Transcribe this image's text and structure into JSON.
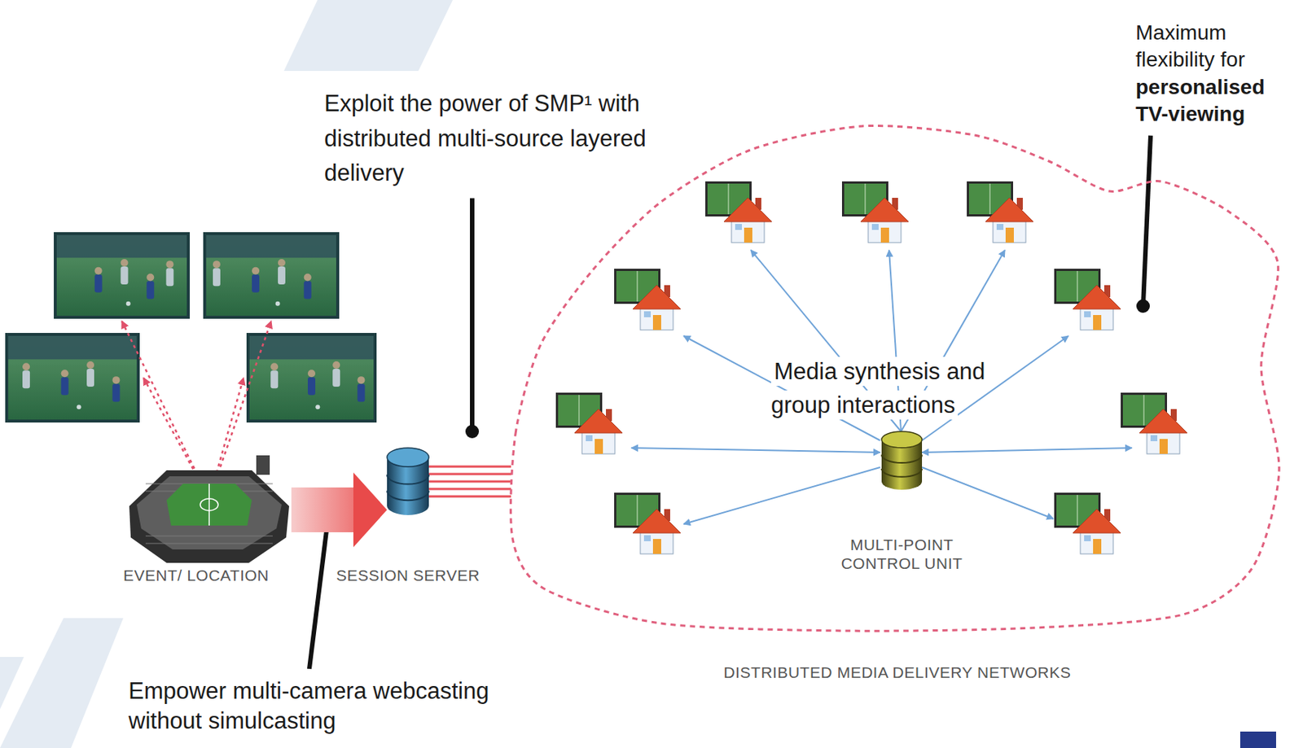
{
  "diagram": {
    "nodes": [
      {
        "text": [
          "EVENT/ LOCATION"
        ]
      },
      {
        "text": [
          "SESSION SERVER"
        ]
      },
      {
        "text": [
          "DISTRIBUTED MEDIA DELIVERY NETWORKS"
        ]
      },
      {
        "text": [
          "MULTI-POINT CONTROL UNIT"
        ],
        "in": 2
      }
    ],
    "edges": [
      {
        "from": 0,
        "to": 1,
        "arrow": "to"
      },
      {
        "from": 1,
        "to": 2,
        "arrow": "none"
      }
    ],
    "labels": [
      "Exploit the power of SMP¹ with distributed multi-source layered delivery",
      "Maximum flexibility for",
      "personalised TV-viewing",
      "Media synthesis and group interactions",
      "Empower multi-camera webcasting without simulcasting"
    ]
  }
}
